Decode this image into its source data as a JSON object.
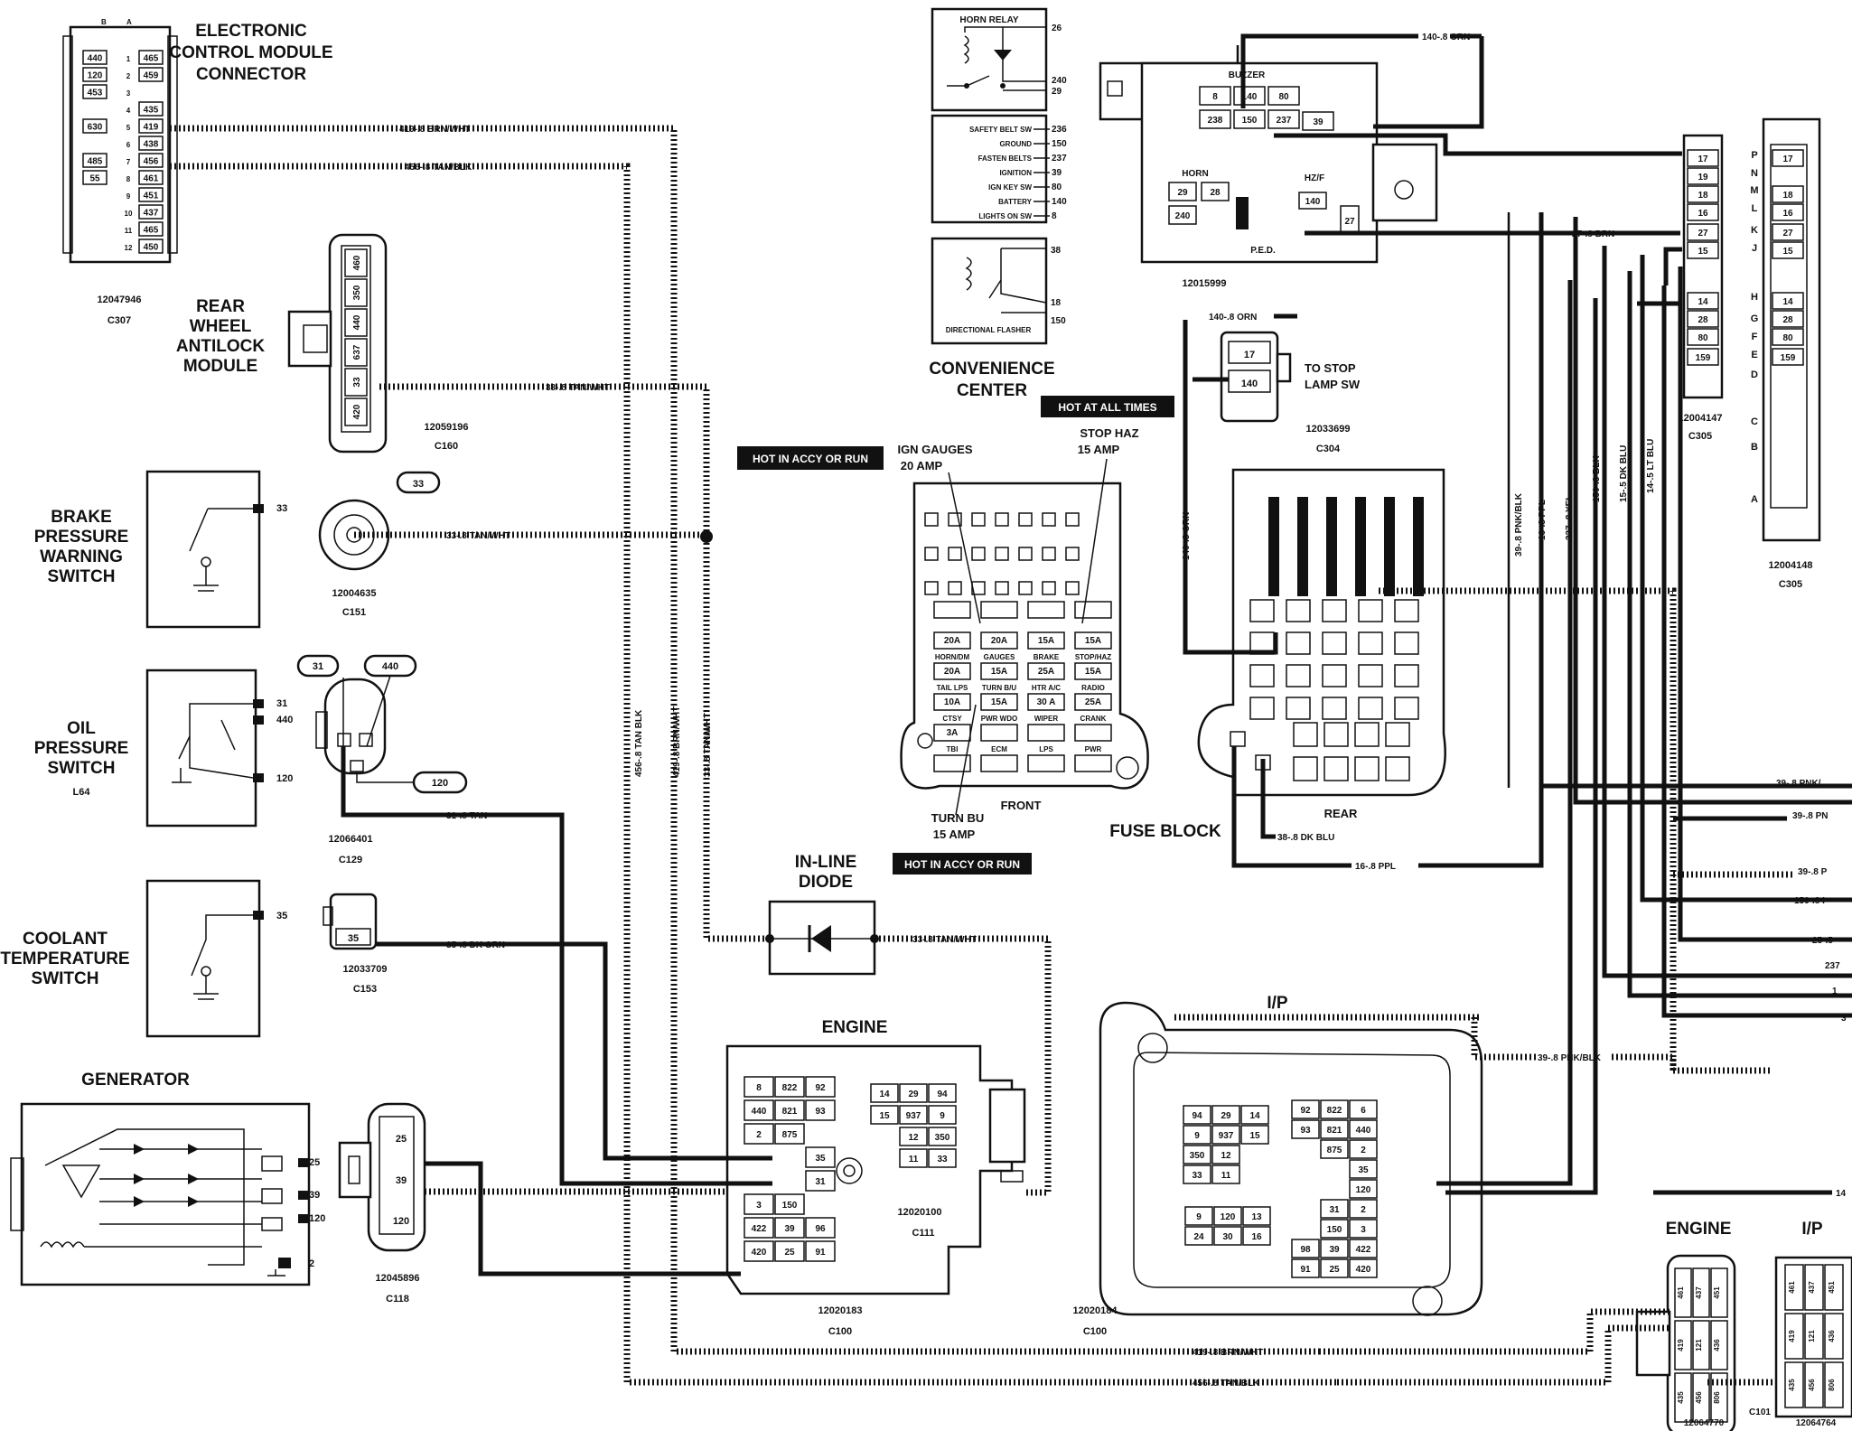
{
  "components": {
    "ecm": {
      "title_l1": "ELECTRONIC",
      "title_l2": "CONTROL MODULE",
      "title_l3": "CONNECTOR",
      "part": "12047946",
      "conn": "C307",
      "pins": [
        [
          "440",
          "1",
          "465"
        ],
        [
          "120",
          "2",
          "459"
        ],
        [
          "453",
          "3",
          ""
        ],
        [
          "",
          "4",
          "435"
        ],
        [
          "630",
          "5",
          "419"
        ],
        [
          "",
          "6",
          "438"
        ],
        [
          "485",
          "7",
          "456"
        ],
        [
          "55",
          "8",
          "461"
        ],
        [
          "",
          "9",
          "451"
        ],
        [
          "",
          "10",
          "437"
        ],
        [
          "",
          "11",
          "465"
        ],
        [
          "",
          "12",
          "450"
        ]
      ],
      "top_b": "B",
      "top_a": "A"
    },
    "rwal": {
      "title_l1": "REAR",
      "title_l2": "WHEEL",
      "title_l3": "ANTILOCK",
      "title_l4": "MODULE",
      "part": "12059196",
      "conn": "C160",
      "pins": [
        "460",
        "350",
        "440",
        "637",
        "33",
        "420"
      ]
    },
    "brake": {
      "title_l1": "BRAKE",
      "title_l2": "PRESSURE",
      "title_l3": "WARNING",
      "title_l4": "SWITCH",
      "pin": "33",
      "part": "12004635",
      "conn": "C151",
      "callout": "33"
    },
    "oil": {
      "title_l1": "OIL",
      "title_l2": "PRESSURE",
      "title_l3": "SWITCH",
      "title_l4": "L64",
      "pin_a": "31",
      "pin_b": "440",
      "pin_c": "120",
      "part": "12066401",
      "conn": "C129",
      "callout_a": "31",
      "callout_b": "440",
      "callout_c": "120"
    },
    "coolant": {
      "title_l1": "COOLANT",
      "title_l2": "TEMPERATURE",
      "title_l3": "SWITCH",
      "pin": "35",
      "part": "12033709",
      "conn": "C153",
      "callout": "35"
    },
    "generator": {
      "title": "GENERATOR",
      "pin_a": "25",
      "pin_b": "39",
      "pin_c": "120",
      "pin_d": "2",
      "part": "12045896",
      "conn": "C118",
      "conn_pins": [
        "25",
        "39",
        "120"
      ]
    },
    "horn_relay": {
      "title": "HORN RELAY",
      "pins": [
        "26",
        "240",
        "29"
      ]
    },
    "conv_center": {
      "rows": [
        [
          "SAFETY BELT SW",
          "236"
        ],
        [
          "GROUND",
          "150"
        ],
        [
          "FASTEN BELTS",
          "237"
        ],
        [
          "IGNITION",
          "39"
        ],
        [
          "IGN KEY SW",
          "80"
        ],
        [
          "BATTERY",
          "140"
        ],
        [
          "LIGHTS ON SW",
          "8"
        ]
      ],
      "flasher": "DIRECTIONAL FLASHER",
      "flasher_pins": [
        "38",
        "18",
        "150"
      ],
      "title_l1": "CONVENIENCE",
      "title_l2": "CENTER"
    },
    "buzzer": {
      "label": "BUZZER",
      "horn": "HORN",
      "hzf": "HZ/F",
      "ped": "P.E.D.",
      "part": "12015999",
      "cells": [
        "8",
        "140",
        "80",
        "238",
        "150",
        "237",
        "39"
      ],
      "horn_cells": [
        "29",
        "28",
        "240"
      ],
      "hz": "140",
      "c27": "27"
    },
    "stop_lamp": {
      "label_l1": "TO STOP",
      "label_l2": "LAMP SW",
      "part": "12033699",
      "conn": "C304",
      "pins": [
        "17",
        "140"
      ]
    },
    "fuse_block": {
      "title": "FUSE BLOCK",
      "front": "FRONT",
      "rear": "REAR",
      "ign_l1": "IGN GAUGES",
      "ign_l2": "20 AMP",
      "stop_l1": "STOP HAZ",
      "stop_l2": "15 AMP",
      "turn_l1": "TURN BU",
      "turn_l2": "15 AMP",
      "amps": [
        "20A",
        "20A",
        "15A",
        "15A",
        "20A",
        "15A",
        "25A",
        "15A",
        "10A",
        "15A",
        "30 A",
        "25A",
        "3A"
      ],
      "fuse_labels": [
        "HORN/DM",
        "GAUGES",
        "BRAKE",
        "STOP/HAZ",
        "TAIL LPS",
        "TURN B/U",
        "HTR A/C",
        "RADIO",
        "CTSY",
        "PWR WDO",
        "WIPER",
        "CRANK",
        "TBI",
        "ECM",
        "LPS",
        "PWR"
      ]
    },
    "badges": {
      "hot_accy": "HOT IN ACCY OR RUN",
      "hot_all": "HOT AT ALL TIMES",
      "hot_accy2": "HOT IN ACCY OR RUN"
    },
    "diode": {
      "title_l1": "IN-LINE",
      "title_l2": "DIODE"
    },
    "engine": {
      "title": "ENGINE",
      "part_a": "12020183",
      "part_b": "12020100",
      "conn_a": "C100",
      "conn_b": "C111",
      "grid": [
        [
          "8",
          "822",
          "92"
        ],
        [
          "440",
          "821",
          "93"
        ],
        [
          "2",
          "875",
          ""
        ],
        [
          "",
          "",
          "35"
        ],
        [
          "",
          "",
          "31"
        ],
        [
          "3",
          "150",
          ""
        ],
        [
          "422",
          "39",
          "96"
        ],
        [
          "420",
          "25",
          "91"
        ]
      ],
      "side": [
        [
          "14",
          "29",
          "94"
        ],
        [
          "15",
          "937",
          "9"
        ],
        [
          "",
          "12",
          "350"
        ],
        [
          "",
          "11",
          "33"
        ]
      ]
    },
    "ip": {
      "title": "I/P",
      "part": "12020184",
      "conn": "C100",
      "left": [
        [
          "94",
          "29",
          "14"
        ],
        [
          "9",
          "937",
          "15"
        ],
        [
          "350",
          "12",
          ""
        ],
        [
          "33",
          "11",
          ""
        ]
      ],
      "right": [
        [
          "92",
          "822",
          "6"
        ],
        [
          "93",
          "821",
          "440"
        ],
        [
          "",
          "875",
          "2"
        ],
        [
          "",
          "",
          "35"
        ],
        [
          "",
          "",
          "120"
        ],
        [
          "",
          "31",
          "2"
        ],
        [
          "",
          "150",
          "3"
        ],
        [
          "98",
          "39",
          "422"
        ],
        [
          "91",
          "25",
          "420"
        ]
      ],
      "bottom": [
        [
          "9",
          "120",
          "13"
        ],
        [
          "24",
          "30",
          "16"
        ]
      ]
    },
    "c305": {
      "part_a": "12004147",
      "part_b": "12004148",
      "conn": "C305",
      "letters": [
        "P",
        "N",
        "M",
        "L",
        "K",
        "J",
        "H",
        "G",
        "F",
        "E",
        "D",
        "C",
        "B",
        "A"
      ],
      "pins": [
        "17",
        "19",
        "18",
        "16",
        "27",
        "15",
        "14",
        "28",
        "80",
        "159"
      ]
    },
    "bottom_conns": {
      "engine": "ENGINE",
      "ip": "I/P",
      "part_a": "12064770",
      "part_b": "12064764",
      "conn": "C101",
      "pins_a": [
        "461",
        "437",
        "451",
        "419",
        "121",
        "436",
        "435",
        "456",
        "806"
      ],
      "pins_b": [
        "461",
        "437",
        "451",
        "419",
        "121",
        "436",
        "435",
        "456",
        "806"
      ]
    }
  },
  "wires": {
    "w419": "419-.8 BRN/WHT",
    "w456": "456-.8 TAN/BLK",
    "w33a": "33-.8 TAN/WHT",
    "w33b": "33-.8 TAN/WHT",
    "w33c": "33-.8 TAN/WHT",
    "w31": "31-.8 TAN",
    "w35": "35-.8 DK GRN",
    "w140a": "140-.8 ORN",
    "w140b": "140-.8 ORN",
    "w140c": "140-.8 ORN",
    "w27": "27-.8 BRN",
    "w38": "38-.8 DK BLU",
    "w16a": "16-.8 PPL",
    "w16b": "16-.8 PPL",
    "w39a": "39-.8 PNK/BLK",
    "w39b": "39-.8 PNK/BLK",
    "w39c": "39-.8 PNK/",
    "w39d": "39-.8 PN",
    "w39e": "39-.8 P",
    "w150a": "150-.8 BLK",
    "w150b": "150-.8 I",
    "w237": "237-.8 YEL",
    "w15": "15-.5 DK BLU",
    "w14": "14-.5 LT BLU",
    "w25": "25-.5",
    "w237b": "237",
    "w1x": "1",
    "w3x": "3",
    "w14x": "14",
    "v456": "456-.8 TAN BLK",
    "v419": "419-.8 BRN/WHT",
    "v33": "33-.8 TAN/WHT",
    "w419b": "419-.8 BRN/WHT",
    "w456b": "456-.8 TAN/BLK"
  }
}
